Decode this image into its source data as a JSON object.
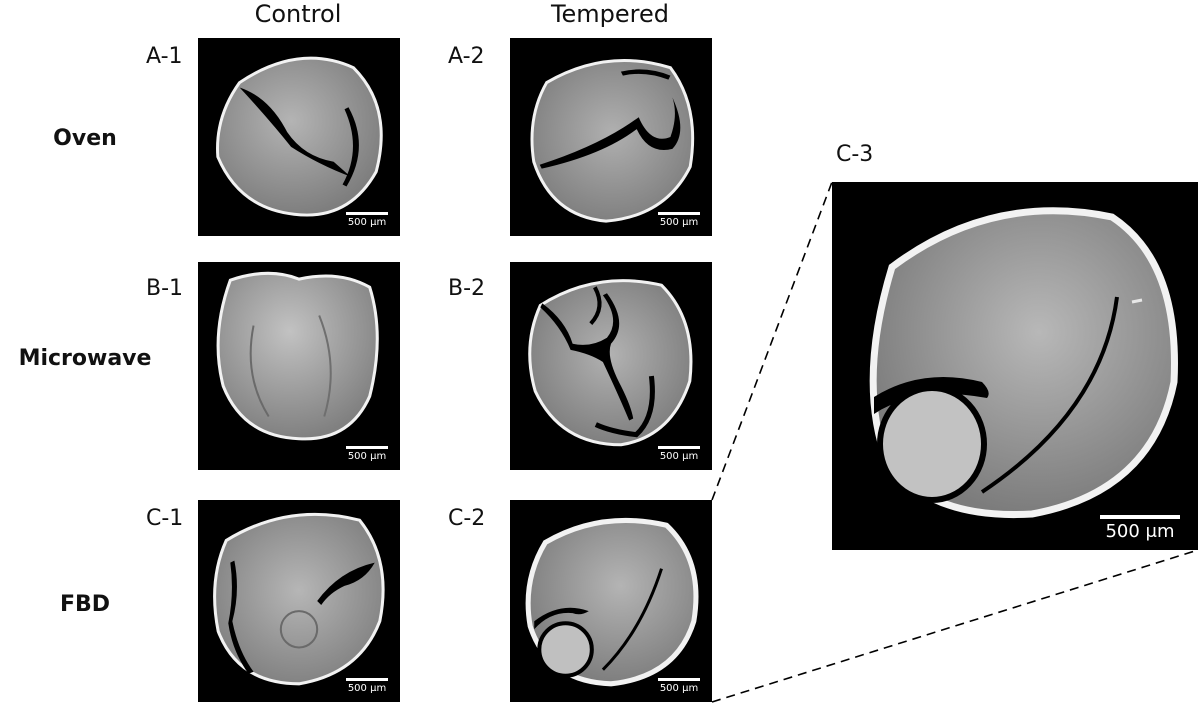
{
  "columns": {
    "control": "Control",
    "tempered": "Tempered"
  },
  "rows": {
    "oven": "Oven",
    "microwave": "Microwave",
    "fbd": "FBD"
  },
  "panels": {
    "a1": "A-1",
    "a2": "A-2",
    "b1": "B-1",
    "b2": "B-2",
    "c1": "C-1",
    "c2": "C-2",
    "c3": "C-3"
  },
  "scale_label": "500 μm",
  "colors": {
    "background": "#000000",
    "kernel": "#9a9a9a",
    "rim": "#f2f2f2",
    "crack": "#000000"
  }
}
